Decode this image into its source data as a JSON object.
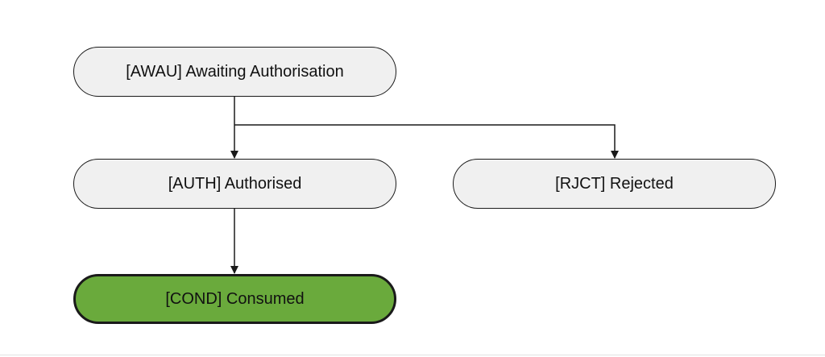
{
  "nodes": {
    "awau": {
      "label": "[AWAU] Awaiting Authorisation"
    },
    "auth": {
      "label": "[AUTH] Authorised"
    },
    "rjct": {
      "label": "[RJCT] Rejected"
    },
    "cond": {
      "label": "[COND] Consumed"
    }
  },
  "colors": {
    "node_fill": "#f0f0f0",
    "current_fill": "#6aaa3c",
    "stroke": "#1a1a1a"
  },
  "current_state": "cond"
}
